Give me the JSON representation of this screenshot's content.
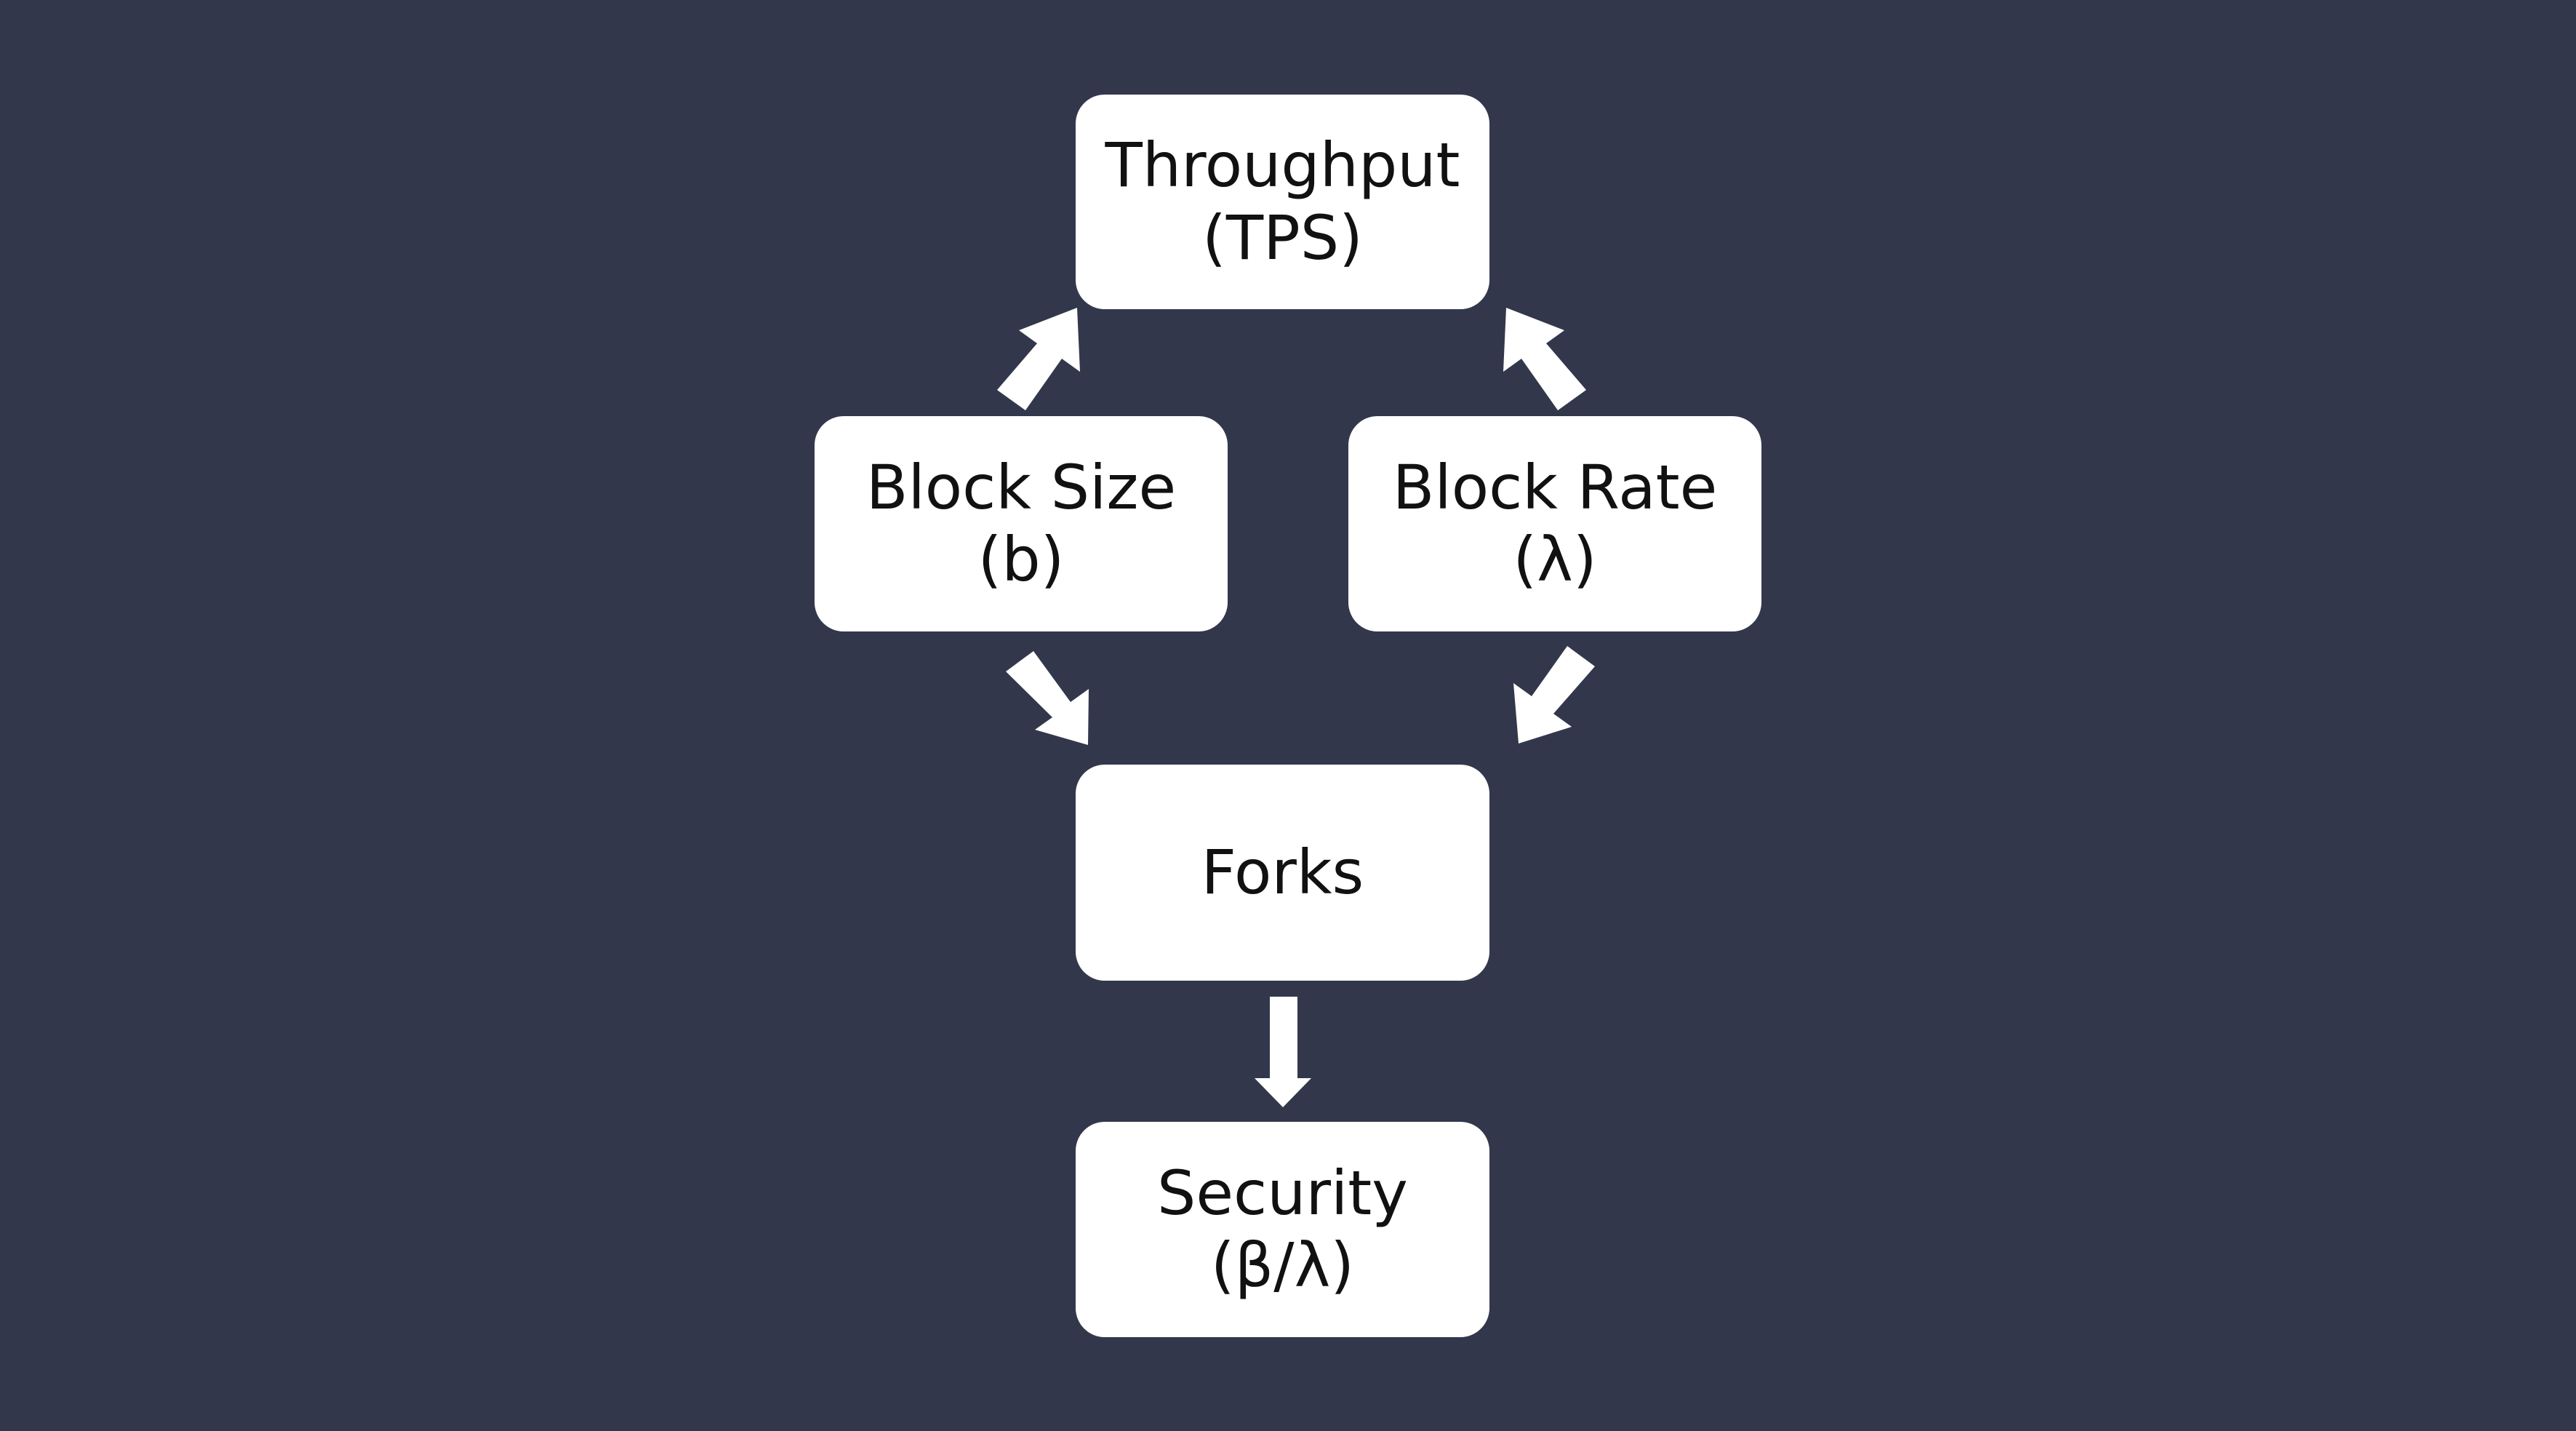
{
  "colors": {
    "background": "#33374b",
    "node_fill": "#ffffff",
    "node_text": "#111111",
    "arrow": "#ffffff"
  },
  "nodes": {
    "throughput": {
      "line1": "Throughput",
      "line2": "(TPS)"
    },
    "block_size": {
      "line1": "Block Size",
      "line2": "(b)"
    },
    "block_rate": {
      "line1": "Block Rate",
      "line2": "(λ)"
    },
    "forks": {
      "line1": "Forks"
    },
    "security": {
      "line1": "Security",
      "line2": "(β/λ)"
    }
  },
  "edges": [
    {
      "from": "Block Size",
      "to": "Throughput"
    },
    {
      "from": "Block Rate",
      "to": "Throughput"
    },
    {
      "from": "Block Size",
      "to": "Forks"
    },
    {
      "from": "Block Rate",
      "to": "Forks"
    },
    {
      "from": "Forks",
      "to": "Security"
    }
  ]
}
